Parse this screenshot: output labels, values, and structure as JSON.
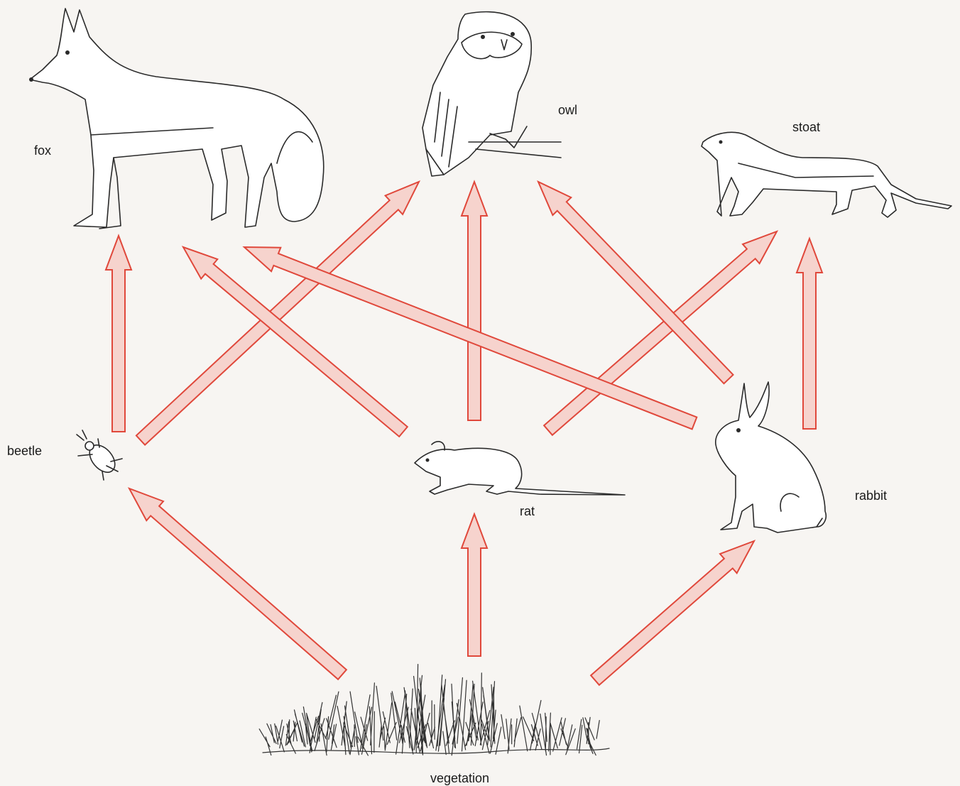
{
  "organisms": {
    "fox": "fox",
    "owl": "owl",
    "stoat": "stoat",
    "beetle": "beetle",
    "rat": "rat",
    "rabbit": "rabbit",
    "vegetation": "vegetation"
  },
  "arrow_color": "#e0483b",
  "arrow_fill": "#f6d3cd",
  "links": [
    {
      "from": "vegetation",
      "to": "beetle"
    },
    {
      "from": "vegetation",
      "to": "rat"
    },
    {
      "from": "vegetation",
      "to": "rabbit"
    },
    {
      "from": "beetle",
      "to": "fox"
    },
    {
      "from": "beetle",
      "to": "owl"
    },
    {
      "from": "rat",
      "to": "fox"
    },
    {
      "from": "rat",
      "to": "owl"
    },
    {
      "from": "rat",
      "to": "stoat"
    },
    {
      "from": "rabbit",
      "to": "fox"
    },
    {
      "from": "rabbit",
      "to": "owl"
    },
    {
      "from": "rabbit",
      "to": "stoat"
    }
  ]
}
